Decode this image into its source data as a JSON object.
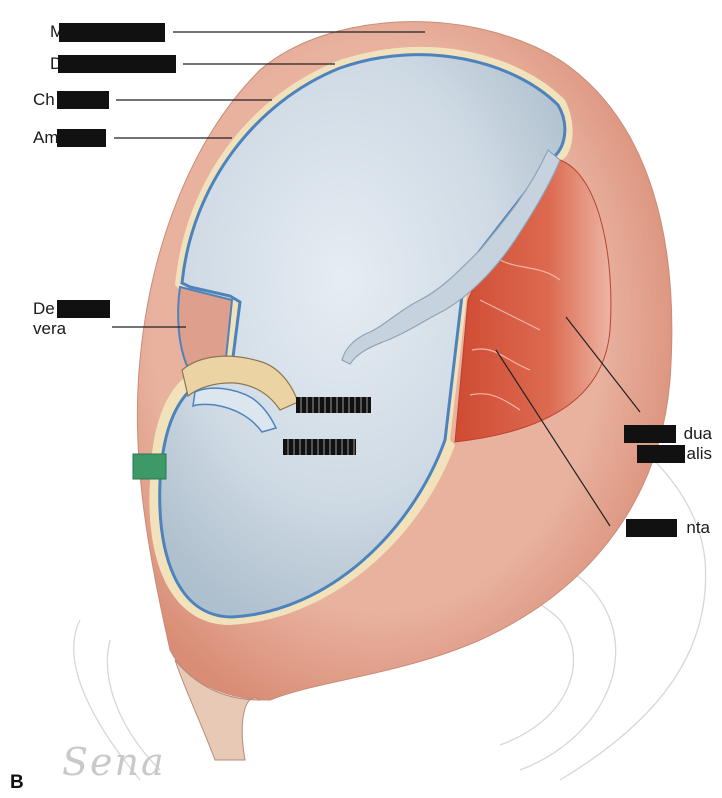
{
  "panel": "B",
  "signature": "Sena",
  "labels": {
    "myometrium": "M",
    "decidua_top": "D",
    "chorion": "Ch",
    "amnion": "Am",
    "decidua_vera_1": "De",
    "decidua_vera_2": "vera",
    "decidua_basalis_1": "dua",
    "decidua_basalis_2": "alis",
    "placenta": "nta"
  },
  "colors": {
    "uterine_wall": "#e3a38e",
    "cavity": "#c8d4df",
    "amnion_line": "#4d83bd",
    "chorion_line": "#f0dfb5",
    "placenta": "#d8563e"
  }
}
